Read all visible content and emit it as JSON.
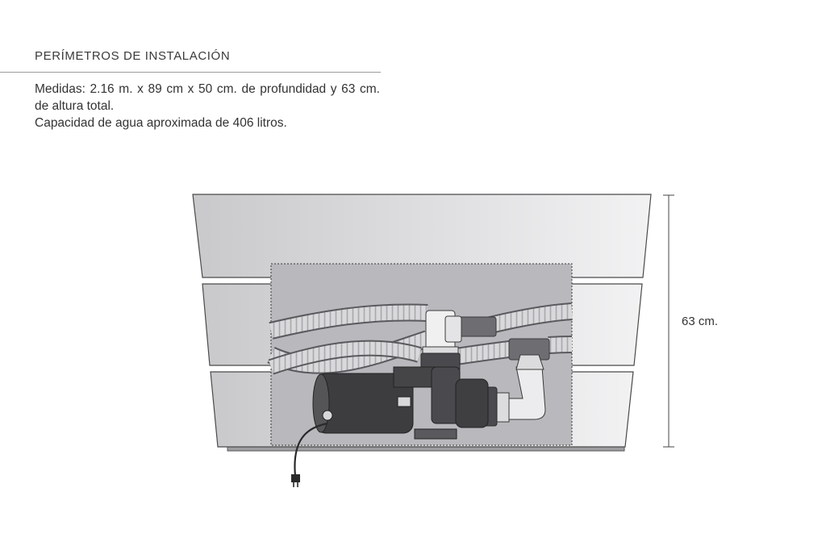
{
  "header": {
    "title": "PERÍMETROS DE INSTALACIÓN"
  },
  "specs": {
    "line1": "Medidas: 2.16 m. x 89 cm x 50 cm. de profundidad y 63 cm. de altura total.",
    "line2": "Capacidad de agua aproximada de 406 litros."
  },
  "diagram": {
    "height_label": "63 cm."
  },
  "colors": {
    "panel_fill": "#d2d2d4",
    "compartment_fill": "#b9b9bd",
    "outline": "#4a4a4a",
    "pump_dark": "#3d3d40"
  }
}
